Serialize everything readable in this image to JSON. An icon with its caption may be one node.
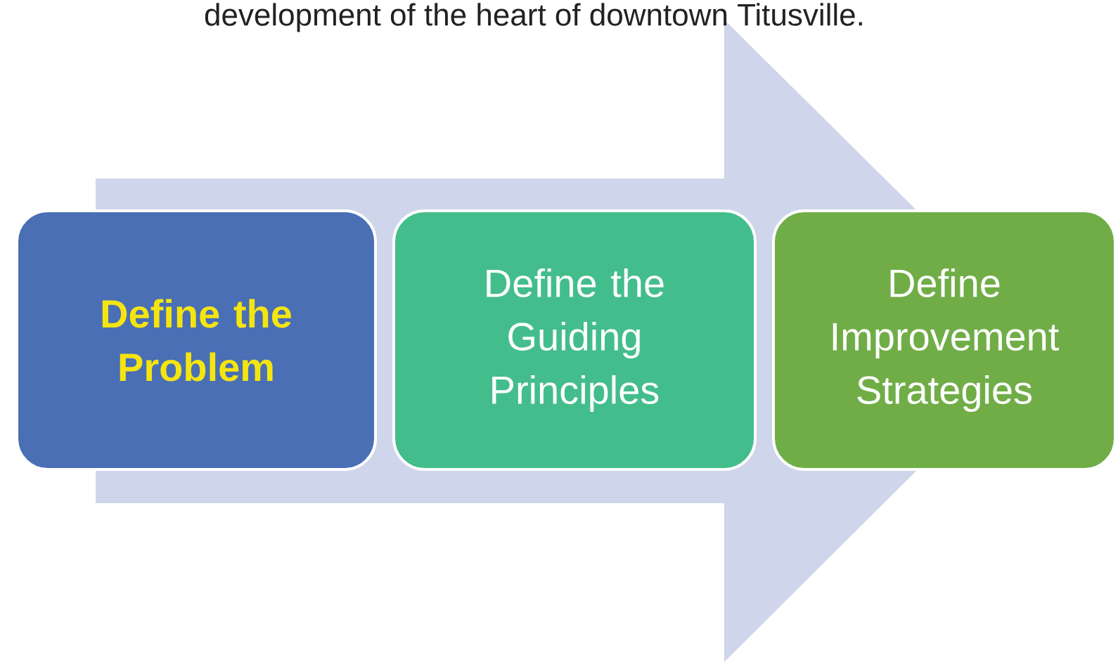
{
  "diagram": {
    "nodes": [
      {
        "text": [
          "Define the Problem"
        ]
      },
      {
        "text": [
          "Define the Guiding Principles"
        ]
      },
      {
        "text": [
          "Define Improvement Strategies"
        ]
      }
    ],
    "edges": [
      {
        "from": 0,
        "to": 2,
        "arrow": "to"
      }
    ],
    "labels": [
      "development of the heart of downtown Titusville."
    ]
  }
}
